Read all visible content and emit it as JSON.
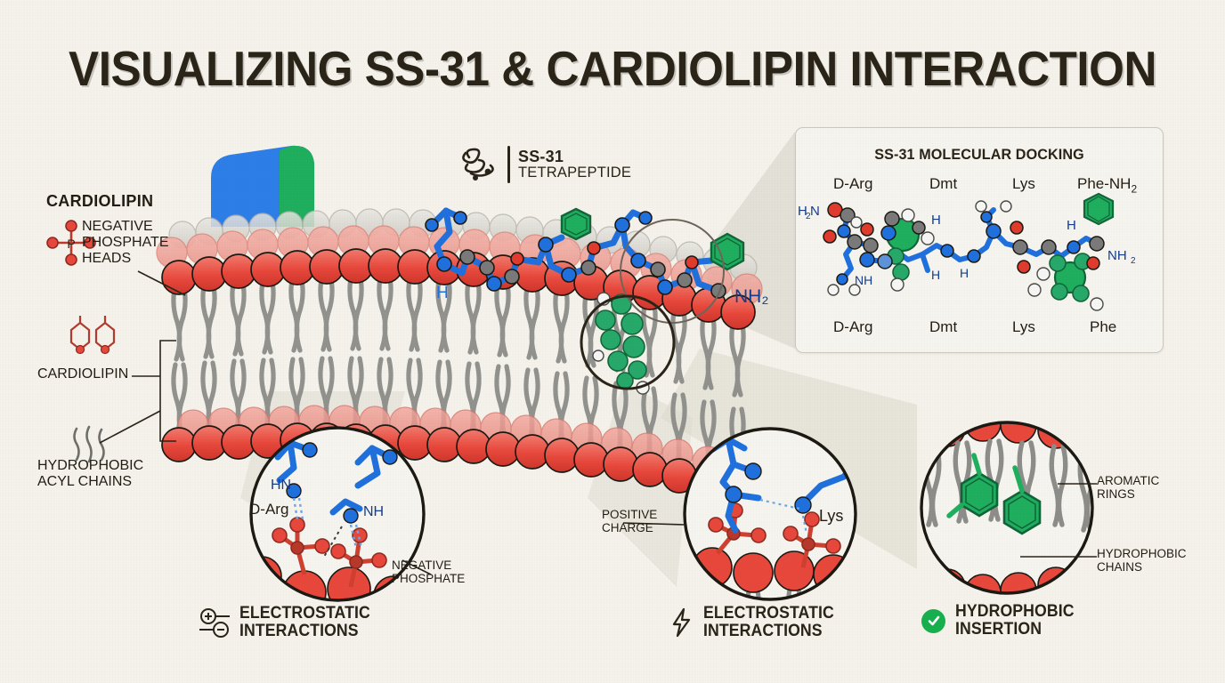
{
  "page": {
    "title": "VISUALIZING SS-31 & CARDIOLIPIN INTERACTION",
    "background_color": "#f4f2ea",
    "ink_color": "#2b2419"
  },
  "palette": {
    "red_phosphate": "#e8483c",
    "blue_peptide": "#2070dd",
    "green_aromatic": "#1faf5e",
    "gray_chain": "#8d8d8a",
    "white_atom": "#f6f6f4",
    "panel_fill": "#f6f4ee",
    "panel_border": "#cbc8bd",
    "cone_fill": "#dedbd0"
  },
  "legend": {
    "heading": "CARDIOLIPIN",
    "items": [
      {
        "icon": "phosphate-icon",
        "label": "NEGATIVE\nPHOSPHATE\nHEADS"
      },
      {
        "icon": "cardiolipin-molecule-icon",
        "label": "CARDIOLIPIN"
      },
      {
        "icon": "acyl-chains-icon",
        "label": "HYDROPHOBIC\nACYL CHAINS"
      }
    ]
  },
  "ss31_key": {
    "icon": "peptide-squiggle-icon",
    "name": "SS-31",
    "subtitle": "TETRAPEPTIDE"
  },
  "docking_panel": {
    "title": "SS-31 MOLECULAR DOCKING",
    "top_labels": [
      "D-Arg",
      "Dmt",
      "Lys",
      "Phe-NH",
      "2"
    ],
    "top_labels_text": [
      "D-Arg",
      "Dmt",
      "Lys",
      "Phe-NH₂"
    ],
    "bottom_labels": [
      "D-Arg",
      "Dmt",
      "Lys",
      "Phe"
    ],
    "terminus_left": "H₂N",
    "terminus_right": "NH₂",
    "hydrogen_labels": [
      "H",
      "H",
      "H",
      "NH",
      "NH",
      "NH"
    ]
  },
  "membrane_peptide": {
    "terminus_label": "NH₂",
    "hydrogen_label": "H"
  },
  "callouts": [
    {
      "id": "electrostatic-d-arg",
      "inner_labels": [
        "HN",
        "NH",
        "D-Arg"
      ],
      "annotation": "NEGATIVE\nPHOSPHATE",
      "caption": "ELECTROSTATIC\nINTERACTIONS",
      "icon": "plus-minus-charge-icon"
    },
    {
      "id": "electrostatic-lys",
      "inner_labels": [
        "Lys"
      ],
      "annotation": "POSITIVE\nCHARGE",
      "caption": "ELECTROSTATIC\nINTERACTIONS",
      "icon": "lightning-bolt-icon"
    },
    {
      "id": "hydrophobic-insertion",
      "inner_labels": [],
      "annotation_top": "AROMATIC\nRINGS",
      "annotation_bottom": "HYDROPHOBIC\nCHAINS",
      "caption": "HYDROPHOBIC\nINSERTION",
      "icon": "check-circle-icon"
    }
  ]
}
